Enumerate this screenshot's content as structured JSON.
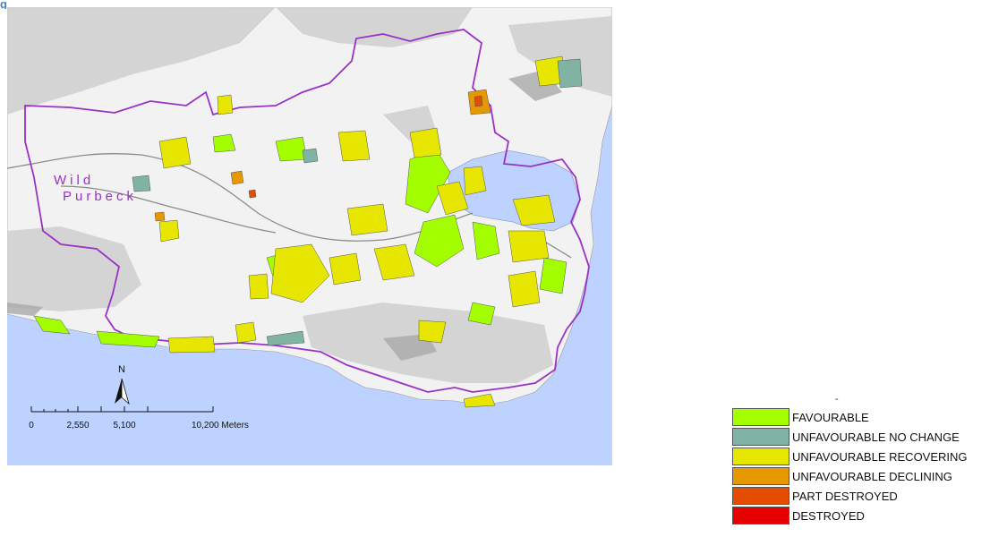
{
  "map": {
    "place_label_line1": "Wild",
    "place_label_line2": "Purbeck",
    "north_label": "N",
    "scale": {
      "ticks": [
        "0",
        "2,550",
        "5,100",
        "10,200 Meters"
      ]
    },
    "colors": {
      "sea": "#bed2ff",
      "land": "#f2f2f2",
      "relief": "#c8c8c8",
      "boundary": "#9b30c8",
      "outline": "#6e6e6e"
    }
  },
  "legend": {
    "dash": "-",
    "items": [
      {
        "label": "FAVOURABLE",
        "color": "#a3ff00"
      },
      {
        "label": "UNFAVOURABLE NO CHANGE",
        "color": "#80b3a3"
      },
      {
        "label": "UNFAVOURABLE RECOVERING",
        "color": "#e6e600"
      },
      {
        "label": "UNFAVOURABLE DECLINING",
        "color": "#e69800"
      },
      {
        "label": "PART DESTROYED",
        "color": "#e64c00"
      },
      {
        "label": "DESTROYED",
        "color": "#e60000"
      }
    ]
  }
}
